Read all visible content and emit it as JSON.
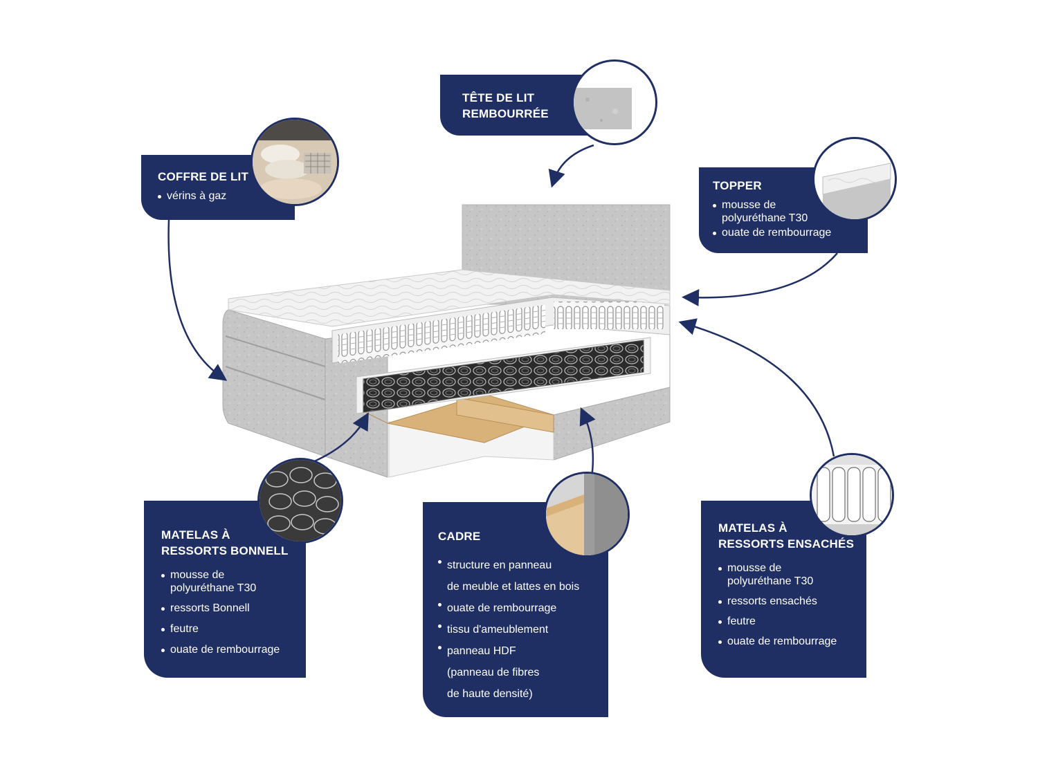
{
  "colors": {
    "navy": "#1f2f63",
    "fabric": "#c4c4c4",
    "fabric_dark": "#a9a9a9",
    "wood": "#d9b27a",
    "white": "#ffffff"
  },
  "labels": {
    "headboard": {
      "title": "TÊTE DE LIT\nREMBOURRÉE",
      "bubble_icon": "velvet-fabric-swatch-icon"
    },
    "storage": {
      "title": "COFFRE DE LIT",
      "items": [
        "vérins à gaz"
      ],
      "bubble_icon": "pillows-storage-icon"
    },
    "topper": {
      "title": "TOPPER",
      "items": [
        "mousse de\npolyuréthane T30",
        "ouate de rembourrage"
      ],
      "bubble_icon": "topper-corner-icon"
    },
    "bonnell": {
      "title": "MATELAS À\nRESSORTS BONNELL",
      "items": [
        "mousse de\npolyuréthane T30",
        "ressorts Bonnell",
        "feutre",
        "ouate de rembourrage"
      ],
      "bubble_icon": "bonnell-springs-icon"
    },
    "frame": {
      "title": "CADRE",
      "items": [
        "structure en panneau\nde meuble et lattes en bois",
        "ouate de rembourrage",
        "tissu d'ameublement",
        "panneau HDF\n(panneau de fibres\n de haute densité)"
      ],
      "bubble_icon": "wooden-frame-corner-icon"
    },
    "pocket": {
      "title": "MATELAS À\nRESSORTS ENSACHÉS",
      "items": [
        "mousse de\npolyuréthane T30",
        "ressorts ensachés",
        "feutre",
        "ouate de rembourrage"
      ],
      "bubble_icon": "pocket-springs-icon"
    }
  }
}
